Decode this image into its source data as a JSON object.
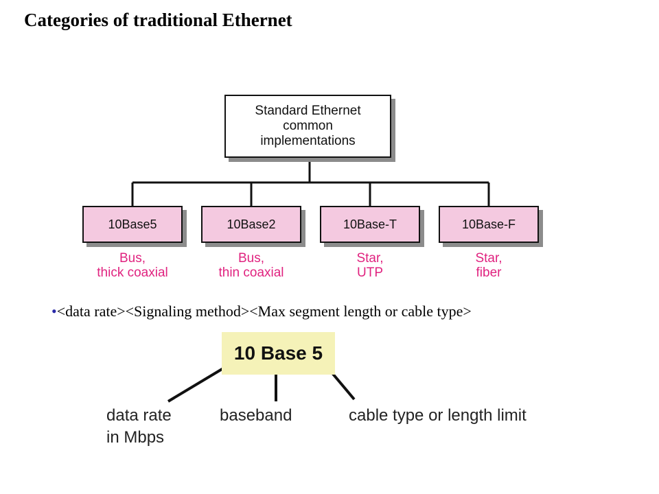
{
  "slide": {
    "title": "Categories of traditional Ethernet",
    "format_bullet": "•",
    "format_text": "<data rate><Signaling method><Max segment length or cable type>"
  },
  "tree": {
    "root": {
      "lines": [
        "Standard Ethernet",
        "common",
        "implementations"
      ]
    },
    "children": [
      {
        "name": "10Base5",
        "description": [
          "Bus,",
          "thick coaxial"
        ]
      },
      {
        "name": "10Base2",
        "description": [
          "Bus,",
          "thin coaxial"
        ]
      },
      {
        "name": "10Base-T",
        "description": [
          "Star,",
          "UTP"
        ]
      },
      {
        "name": "10Base-F",
        "description": [
          "Star,",
          "fiber"
        ]
      }
    ]
  },
  "naming": {
    "example": "10 Base 5",
    "parts": {
      "data_rate": [
        "data rate",
        "in Mbps"
      ],
      "baseband": [
        "baseband"
      ],
      "cable_type": [
        "cable type or length limit"
      ]
    }
  },
  "colors": {
    "child_fill": "#f4c9e0",
    "label_text": "#e0227f",
    "example_fill": "#f5f2b8",
    "bullet": "#2a2aa8"
  }
}
